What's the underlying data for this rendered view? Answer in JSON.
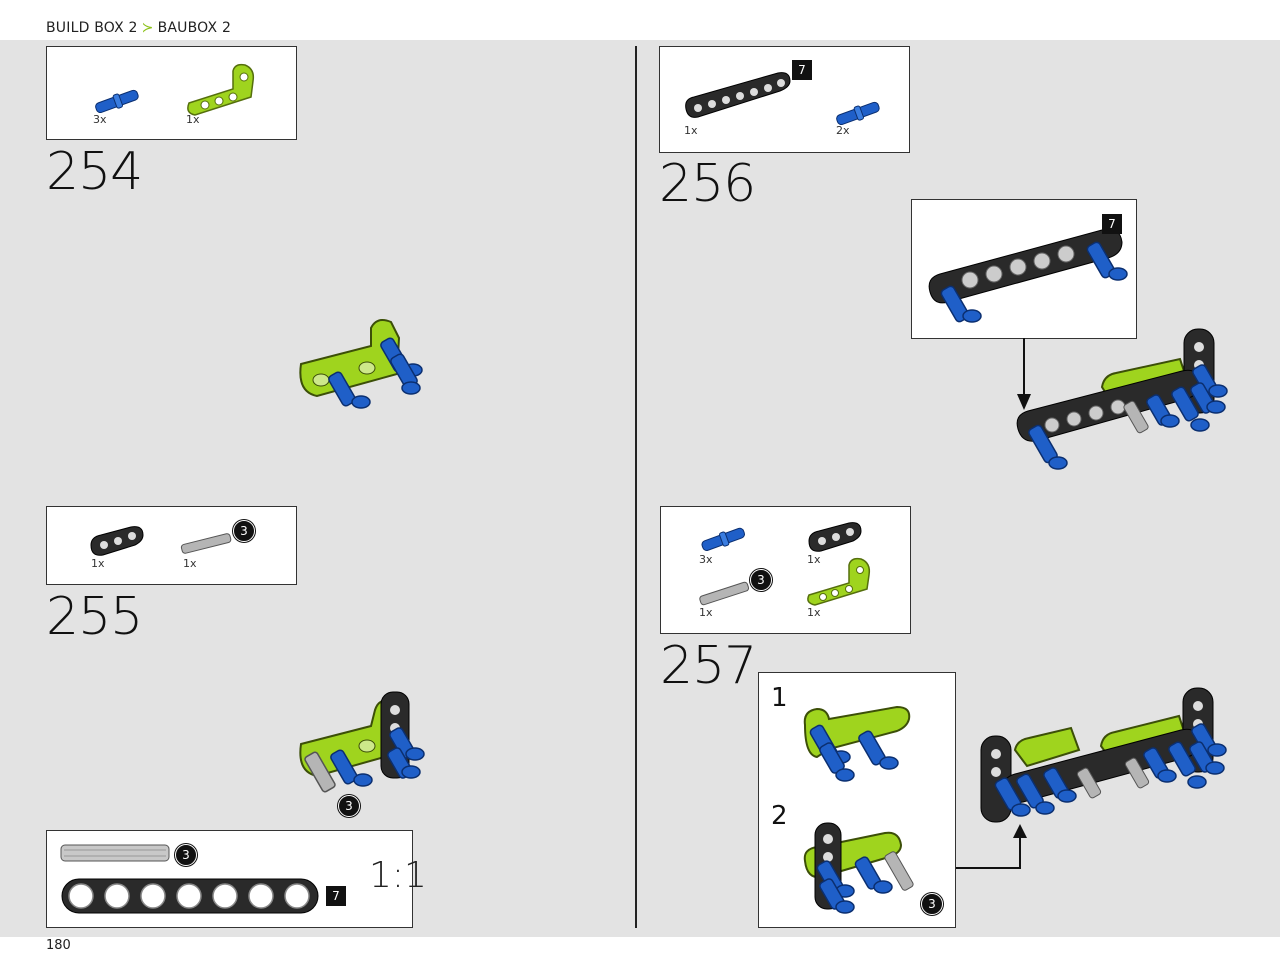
{
  "header": {
    "part1": "BUILD BOX 2",
    "separator": "≻",
    "part2": "BAUBOX 2"
  },
  "page_number": "180",
  "steps": [
    {
      "number": "254",
      "parts": [
        {
          "name": "blue axle pin",
          "qty": "3x"
        },
        {
          "name": "lime angled beam",
          "qty": "1x"
        }
      ]
    },
    {
      "number": "255",
      "parts": [
        {
          "name": "black beam 3",
          "qty": "1x"
        },
        {
          "name": "grey axle 3",
          "qty": "1x",
          "length_badge": "3"
        }
      ],
      "callout_badge": "3"
    },
    {
      "number": "256",
      "parts": [
        {
          "name": "black beam 7",
          "qty": "1x",
          "length_badge": "7"
        },
        {
          "name": "blue axle pin",
          "qty": "2x"
        }
      ],
      "callout_badge": "7"
    },
    {
      "number": "257",
      "parts": [
        {
          "name": "blue axle pin",
          "qty": "3x"
        },
        {
          "name": "black beam 3",
          "qty": "1x"
        },
        {
          "name": "grey axle 3",
          "qty": "1x",
          "length_badge": "3"
        },
        {
          "name": "lime angled beam",
          "qty": "1x"
        }
      ],
      "substeps": [
        "1",
        "2"
      ],
      "substep_badge": "3"
    }
  ],
  "scale_box": {
    "axle_badge": "3",
    "beam_badge": "7",
    "scale_label": "1:1"
  },
  "colors": {
    "lime": "#9fd41e",
    "blue": "#1f5fc8",
    "black_part": "#2a2a2a",
    "grey_part": "#b5b5b5",
    "background": "#e3e3e3",
    "accent_arrow": "#9fd41e"
  }
}
